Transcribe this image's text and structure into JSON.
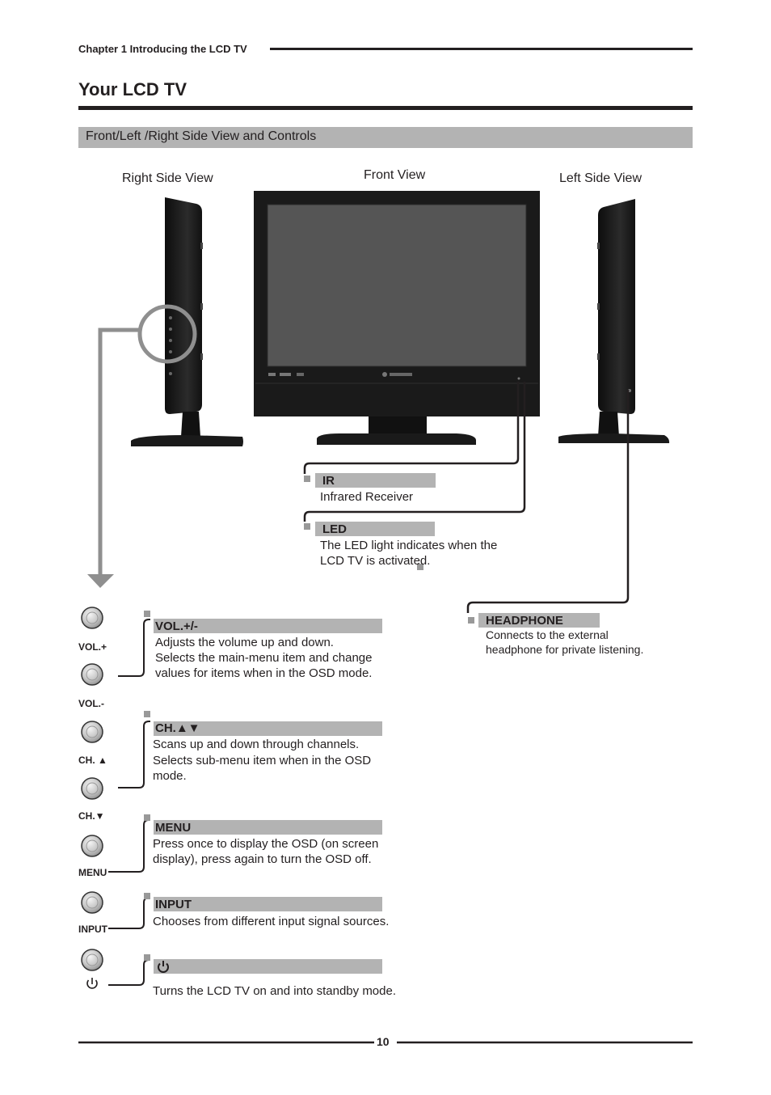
{
  "header": {
    "chapter": "Chapter 1  Introducing the LCD TV",
    "title": "Your LCD TV",
    "section": "Front/Left /Right Side View and Controls"
  },
  "views": {
    "right_side": "Right Side View",
    "front": "Front View",
    "left_side": "Left Side View"
  },
  "callouts": {
    "ir": {
      "title": "IR",
      "desc": "Infrared Receiver"
    },
    "led": {
      "title": "LED",
      "desc_line1": "The LED light indicates when the",
      "desc_line2": "LCD TV is activated."
    },
    "headphone": {
      "title": "HEADPHONE",
      "desc_line1": "Connects to the external",
      "desc_line2": "headphone for private listening."
    }
  },
  "controls": {
    "vol": {
      "title": "VOL.+/-",
      "line1": "Adjusts the volume up and down.",
      "line2": "Selects the main-menu item and change",
      "line3": "values for items when in the OSD mode."
    },
    "ch": {
      "title": "CH.▲▼",
      "line1": "Scans up and down through channels.",
      "line2": "Selects sub-menu item when in the OSD",
      "line3": "mode."
    },
    "menu": {
      "title": "MENU",
      "line1": "Press once to display the OSD (on screen",
      "line2": "display), press again to turn the OSD off."
    },
    "input": {
      "title": "INPUT",
      "line1": "Chooses from different input signal sources."
    },
    "power": {
      "title_icon": "power-icon",
      "line1": "Turns the LCD TV on and into standby mode."
    }
  },
  "button_labels": {
    "vol_plus": "VOL.+",
    "vol_minus": "VOL.-",
    "ch_up": "CH.",
    "ch_down": "CH.",
    "menu": "MENU",
    "input": "INPUT"
  },
  "footer": {
    "page_number": "10"
  }
}
